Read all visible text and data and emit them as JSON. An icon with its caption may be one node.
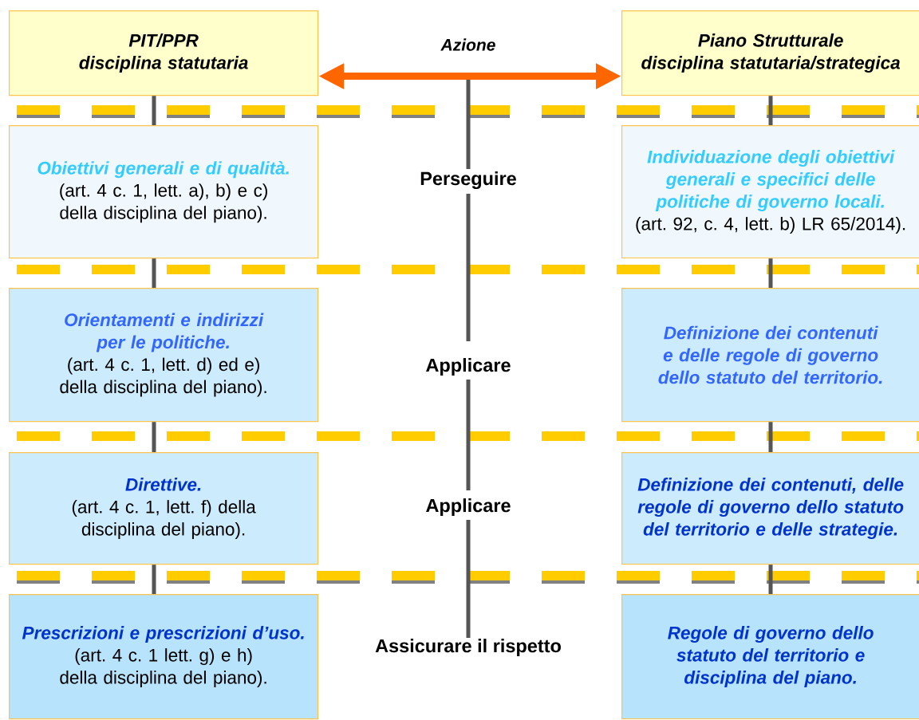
{
  "diagram": {
    "nodes": [
      {
        "text": [
          "PIT/PPR",
          "disciplina statutaria"
        ]
      },
      {
        "text": [
          "Obiettivi generali e di qualità.",
          "(art. 4 c. 1, lett. a), b) e c) della disciplina del piano)."
        ]
      },
      {
        "text": [
          "Orientamenti e indirizzi per le politiche.",
          "(art. 4 c. 1, lett. d) ed e) della disciplina del piano)."
        ]
      },
      {
        "text": [
          "Direttive.",
          "(art. 4 c. 1, lett. f) della disciplina del piano)."
        ]
      },
      {
        "text": [
          "Prescrizioni e prescrizioni d’uso.",
          "(art. 4 c. 1 lett. g) e h) della disciplina del piano)."
        ]
      },
      {
        "text": [
          "Piano Strutturale",
          "disciplina statutaria/strategica"
        ]
      },
      {
        "text": [
          "Individuazione degli obiettivi generali e specifici delle politiche di governo locali.",
          "(art. 92, c. 4, lett. b) LR 65/2014)."
        ]
      },
      {
        "text": [
          "Definizione dei contenuti e delle regole di governo dello statuto del territorio."
        ]
      },
      {
        "text": [
          "Definizione dei contenuti, delle regole di governo dello statuto del territorio e delle strategie."
        ]
      },
      {
        "text": [
          "Regole di governo dello statuto del territorio e disciplina del piano."
        ]
      }
    ],
    "edges": [
      {
        "from": 0,
        "to": 5,
        "arrow": "both",
        "label": "Azione",
        "style": "thick",
        "color": "#ff6600"
      },
      {
        "from": 0,
        "to": 1,
        "arrow": "none"
      },
      {
        "from": 1,
        "to": 2,
        "arrow": "none"
      },
      {
        "from": 2,
        "to": 3,
        "arrow": "none"
      },
      {
        "from": 3,
        "to": 4,
        "arrow": "none"
      },
      {
        "from": 5,
        "to": 6,
        "arrow": "none"
      },
      {
        "from": 6,
        "to": 7,
        "arrow": "none"
      },
      {
        "from": 7,
        "to": 8,
        "arrow": "none"
      },
      {
        "from": 8,
        "to": 9,
        "arrow": "none"
      }
    ],
    "labels": [
      "Perseguire",
      "Applicare",
      "Applicare",
      "Assicurare il rispetto"
    ]
  }
}
